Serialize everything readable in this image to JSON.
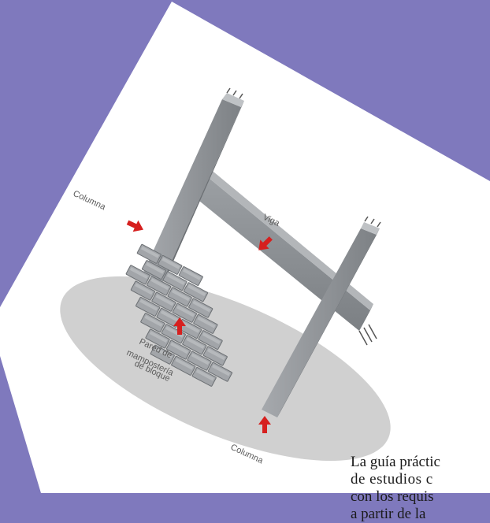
{
  "illustration": {
    "labels": {
      "columna_left": "Columna",
      "viga": "Viga",
      "pared": [
        "Pared de",
        "mampostería",
        "de bloque"
      ],
      "columna_bottom": "Columna"
    },
    "colors": {
      "background": "#7f79bd",
      "card": "#ffffff",
      "floor_shadow": "#cfcfcf",
      "concrete": "#8e9296",
      "arrow": "#d6201f",
      "text": "#5b5b5b"
    }
  },
  "caption": {
    "lines": [
      "La guía práctic",
      "de  estudios  c",
      "con  los  requis",
      "a  partir  de  la"
    ]
  }
}
